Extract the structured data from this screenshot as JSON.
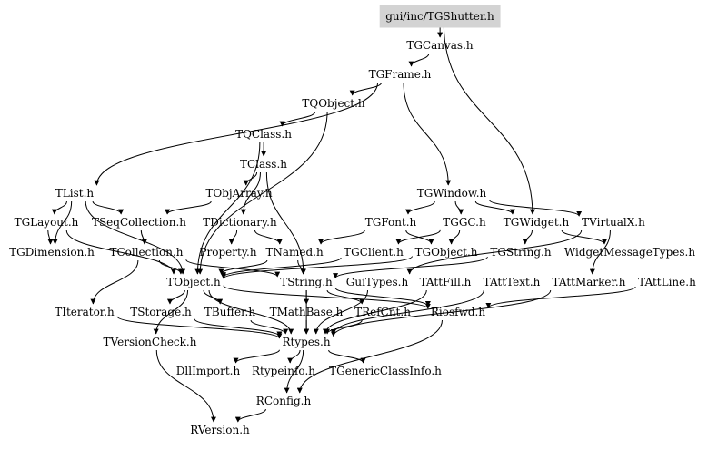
{
  "graph": {
    "root": "gui/inc/TGShutter.h",
    "colors": {
      "root_fill": "#d3d3d3",
      "line": "#000000",
      "background": "#ffffff"
    },
    "nodes": [
      {
        "id": "root",
        "label": "gui/inc/TGShutter.h"
      },
      {
        "id": "tgcanvas",
        "label": "TGCanvas.h"
      },
      {
        "id": "tgframe",
        "label": "TGFrame.h"
      },
      {
        "id": "tqobject",
        "label": "TQObject.h"
      },
      {
        "id": "tqclass",
        "label": "TQClass.h"
      },
      {
        "id": "tclass",
        "label": "TClass.h"
      },
      {
        "id": "tlist",
        "label": "TList.h"
      },
      {
        "id": "tobjarray",
        "label": "TObjArray.h"
      },
      {
        "id": "tgwindow",
        "label": "TGWindow.h"
      },
      {
        "id": "tglayout",
        "label": "TGLayout.h"
      },
      {
        "id": "tseqcollection",
        "label": "TSeqCollection.h"
      },
      {
        "id": "tdictionary",
        "label": "TDictionary.h"
      },
      {
        "id": "tgfont",
        "label": "TGFont.h"
      },
      {
        "id": "tggc",
        "label": "TGGC.h"
      },
      {
        "id": "tgwidget",
        "label": "TGWidget.h"
      },
      {
        "id": "tvirtualx",
        "label": "TVirtualX.h"
      },
      {
        "id": "tgdimension",
        "label": "TGDimension.h"
      },
      {
        "id": "tcollection",
        "label": "TCollection.h"
      },
      {
        "id": "property",
        "label": "Property.h"
      },
      {
        "id": "tnamed",
        "label": "TNamed.h"
      },
      {
        "id": "tgclient",
        "label": "TGClient.h"
      },
      {
        "id": "tgobject",
        "label": "TGObject.h"
      },
      {
        "id": "tgstring",
        "label": "TGString.h"
      },
      {
        "id": "widgetmsg",
        "label": "WidgetMessageTypes.h"
      },
      {
        "id": "tobject",
        "label": "TObject.h"
      },
      {
        "id": "tstring",
        "label": "TString.h"
      },
      {
        "id": "guitypes",
        "label": "GuiTypes.h"
      },
      {
        "id": "tattfill",
        "label": "TAttFill.h"
      },
      {
        "id": "tatttext",
        "label": "TAttText.h"
      },
      {
        "id": "tattmarker",
        "label": "TAttMarker.h"
      },
      {
        "id": "tattline",
        "label": "TAttLine.h"
      },
      {
        "id": "titerator",
        "label": "TIterator.h"
      },
      {
        "id": "tstorage",
        "label": "TStorage.h"
      },
      {
        "id": "tbuffer",
        "label": "TBuffer.h"
      },
      {
        "id": "tmathbase",
        "label": "TMathBase.h"
      },
      {
        "id": "trefcnt",
        "label": "TRefCnt.h"
      },
      {
        "id": "riosfwd",
        "label": "Riosfwd.h"
      },
      {
        "id": "tversioncheck",
        "label": "TVersionCheck.h"
      },
      {
        "id": "rtypes",
        "label": "Rtypes.h"
      },
      {
        "id": "dllimport",
        "label": "DllImport.h"
      },
      {
        "id": "rtypeinfo",
        "label": "Rtypeinfo.h"
      },
      {
        "id": "tgenericclassinfo",
        "label": "TGenericClassInfo.h"
      },
      {
        "id": "rconfig",
        "label": "RConfig.h"
      },
      {
        "id": "rversion",
        "label": "RVersion.h"
      }
    ],
    "edges": [
      [
        "root",
        "tgcanvas"
      ],
      [
        "root",
        "tgwidget"
      ],
      [
        "tgcanvas",
        "tgframe"
      ],
      [
        "tgframe",
        "tqobject"
      ],
      [
        "tgframe",
        "tgwindow"
      ],
      [
        "tgframe",
        "tlist"
      ],
      [
        "tqobject",
        "tqclass"
      ],
      [
        "tqobject",
        "tobject"
      ],
      [
        "tqclass",
        "tclass"
      ],
      [
        "tqclass",
        "tobject"
      ],
      [
        "tclass",
        "tobjarray"
      ],
      [
        "tclass",
        "tdictionary"
      ],
      [
        "tclass",
        "tstring"
      ],
      [
        "tlist",
        "tseqcollection"
      ],
      [
        "tlist",
        "tglayout"
      ],
      [
        "tlist",
        "tgdimension"
      ],
      [
        "tlist",
        "tobject"
      ],
      [
        "tobjarray",
        "tseqcollection"
      ],
      [
        "tseqcollection",
        "tcollection"
      ],
      [
        "tdictionary",
        "property"
      ],
      [
        "tdictionary",
        "tnamed"
      ],
      [
        "tgwindow",
        "tgfont"
      ],
      [
        "tgwindow",
        "tggc"
      ],
      [
        "tgwindow",
        "tgwidget"
      ],
      [
        "tgwindow",
        "tvirtualx"
      ],
      [
        "tglayout",
        "tgdimension"
      ],
      [
        "tglayout",
        "tobject"
      ],
      [
        "tcollection",
        "tobject"
      ],
      [
        "tcollection",
        "titerator"
      ],
      [
        "tcollection",
        "tstring"
      ],
      [
        "tnamed",
        "tobject"
      ],
      [
        "tnamed",
        "tstring"
      ],
      [
        "tgfont",
        "tgobject"
      ],
      [
        "tgfont",
        "tnamed"
      ],
      [
        "tggc",
        "tgobject"
      ],
      [
        "tggc",
        "tgclient"
      ],
      [
        "tgwidget",
        "tgstring"
      ],
      [
        "tgwidget",
        "widgetmsg"
      ],
      [
        "tvirtualx",
        "guitypes"
      ],
      [
        "tvirtualx",
        "tattmarker"
      ],
      [
        "tgclient",
        "tobject"
      ],
      [
        "tgobject",
        "tobject"
      ],
      [
        "tgstring",
        "tstring"
      ],
      [
        "tobject",
        "tstorage"
      ],
      [
        "tobject",
        "tbuffer"
      ],
      [
        "tobject",
        "tversioncheck"
      ],
      [
        "tobject",
        "riosfwd"
      ],
      [
        "tobject",
        "rtypes"
      ],
      [
        "tstring",
        "tmathbase"
      ],
      [
        "tstring",
        "trefcnt"
      ],
      [
        "tstring",
        "riosfwd"
      ],
      [
        "tstring",
        "rtypes"
      ],
      [
        "guitypes",
        "rtypes"
      ],
      [
        "tattfill",
        "rtypes"
      ],
      [
        "tatttext",
        "rtypes"
      ],
      [
        "tattmarker",
        "rtypes"
      ],
      [
        "tattline",
        "riosfwd"
      ],
      [
        "titerator",
        "rtypes"
      ],
      [
        "tstorage",
        "rtypes"
      ],
      [
        "tbuffer",
        "rtypes"
      ],
      [
        "tmathbase",
        "rtypes"
      ],
      [
        "trefcnt",
        "rtypes"
      ],
      [
        "riosfwd",
        "rconfig"
      ],
      [
        "tversioncheck",
        "rversion"
      ],
      [
        "rtypes",
        "dllimport"
      ],
      [
        "rtypes",
        "rtypeinfo"
      ],
      [
        "rtypes",
        "tgenericclassinfo"
      ],
      [
        "rtypes",
        "rconfig"
      ],
      [
        "rconfig",
        "rversion"
      ]
    ]
  }
}
